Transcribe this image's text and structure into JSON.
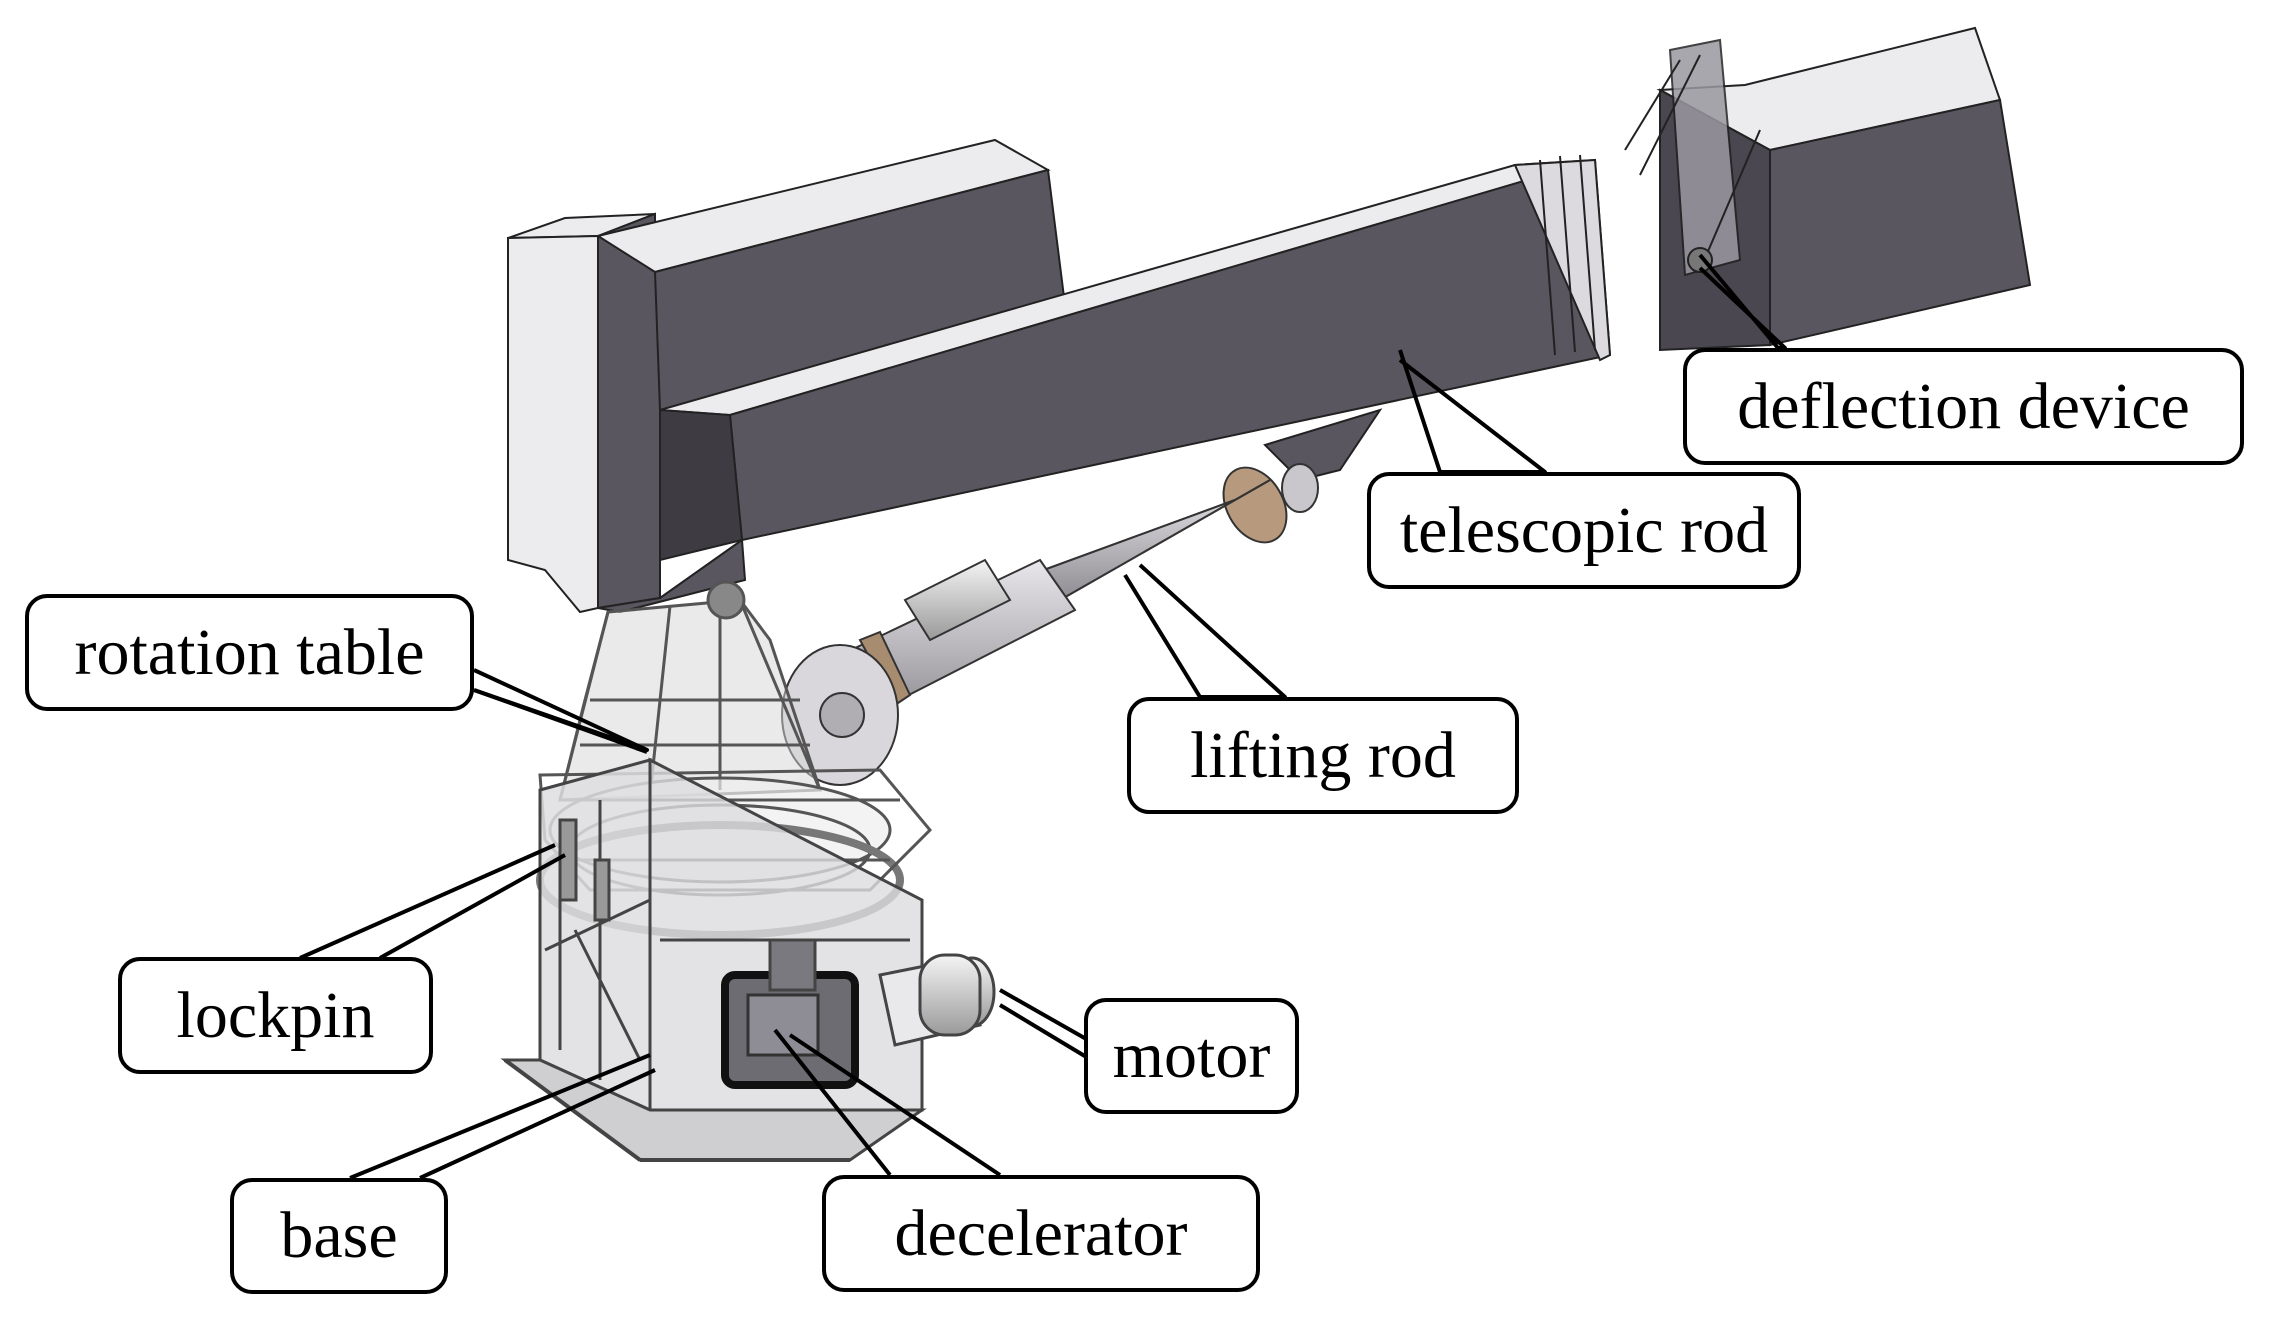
{
  "labels": {
    "deflection_device": "deflection device",
    "telescopic_rod": "telescopic rod",
    "rotation_table": "rotation table",
    "lifting_rod": "lifting rod",
    "lockpin": "lockpin",
    "motor": "motor",
    "base": "base",
    "decelerator": "decelerator"
  },
  "colors": {
    "arm_dark": "#5a5660",
    "arm_light": "#ecebee",
    "arm_mid": "#7a7680",
    "rod_silver": "#cfcdd0",
    "rod_bronze": "#a88c70",
    "frame": "#555555",
    "leader_line": "#000000"
  }
}
